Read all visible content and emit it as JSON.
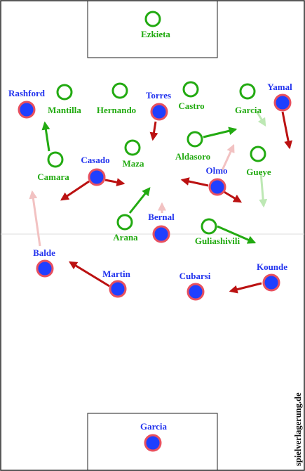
{
  "colors": {
    "team_a": "#22aa11",
    "team_a_light": "#bde8b4",
    "team_b_fill": "#1f3fff",
    "team_b_ring": "#e8505f",
    "team_b_label": "#2233ee",
    "arrow_red": "#bb1111",
    "arrow_pink": "#f2c2c2",
    "pitch_line": "#222222",
    "halfway_line": "#dddddd"
  },
  "watermark": "spielverlagerung.de",
  "team_a_players": [
    {
      "id": "ezkieta",
      "name": "Ezkieta"
    },
    {
      "id": "mantilla",
      "name": "Mantilla"
    },
    {
      "id": "hernando",
      "name": "Hernando"
    },
    {
      "id": "castro",
      "name": "Castro"
    },
    {
      "id": "garcia-a",
      "name": "Garcia"
    },
    {
      "id": "aldasoro",
      "name": "Aldasoro"
    },
    {
      "id": "maza",
      "name": "Maza"
    },
    {
      "id": "gueye",
      "name": "Gueye"
    },
    {
      "id": "camara",
      "name": "Camara"
    },
    {
      "id": "arana",
      "name": "Arana"
    },
    {
      "id": "guliashivili",
      "name": "Guliashivili"
    }
  ],
  "team_b_players": [
    {
      "id": "rashford",
      "name": "Rashford"
    },
    {
      "id": "torres",
      "name": "Torres"
    },
    {
      "id": "yamal",
      "name": "Yamal"
    },
    {
      "id": "casado",
      "name": "Casado"
    },
    {
      "id": "olmo",
      "name": "Olmo"
    },
    {
      "id": "bernal",
      "name": "Bernal"
    },
    {
      "id": "balde",
      "name": "Balde"
    },
    {
      "id": "martin",
      "name": "Martin"
    },
    {
      "id": "cubarsi",
      "name": "Cubarsi"
    },
    {
      "id": "kounde",
      "name": "Kounde"
    },
    {
      "id": "garcia-b",
      "name": "Garcia"
    }
  ]
}
